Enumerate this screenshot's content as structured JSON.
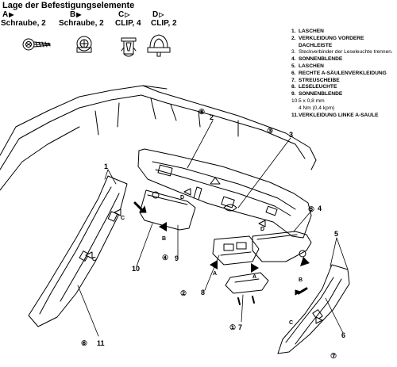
{
  "header": {
    "title": "Lage der Befestigungselemente"
  },
  "fasteners": [
    {
      "letter": "A",
      "symbol": "▶",
      "desc": "Schraube, 2"
    },
    {
      "letter": "B",
      "symbol": "▶",
      "desc": "Schraube, 2"
    },
    {
      "letter": "C",
      "symbol": "▷",
      "desc": "CLIP, 4"
    },
    {
      "letter": "D",
      "symbol": "▷",
      "desc": "CLIP, 2"
    }
  ],
  "legend": [
    {
      "num": "1.",
      "text": "LASCHEN",
      "bold": true
    },
    {
      "num": "2.",
      "text": "VERKLEIDUNG VORDERE DACHLEISTE",
      "bold": true
    },
    {
      "num": "3.",
      "text": "Steckverbinder der Leseleuchte trennen.",
      "bold": false
    },
    {
      "num": "4.",
      "text": "SONNENBLENDE",
      "bold": true
    },
    {
      "num": "5.",
      "text": "LASCHEN",
      "bold": true
    },
    {
      "num": "6.",
      "text": "RECHTE A-SÄULENVERKLEIDUNG",
      "bold": true
    },
    {
      "num": "7.",
      "text": "STREUSCHEIBE",
      "bold": true
    },
    {
      "num": "8.",
      "text": "LESELEUCHTE",
      "bold": true
    },
    {
      "num": "9.",
      "text": "SONNENBLENDE",
      "bold": true
    },
    {
      "num": "10.",
      "text": "5 x 0,8 mm",
      "bold": false
    },
    {
      "num": "",
      "text": "4 Nm (0,4 kpm)",
      "bold": false
    },
    {
      "num": "11.",
      "text": "VERKLEIDUNG LINKE A-SAULE",
      "bold": true
    }
  ],
  "callouts": {
    "n1": "1",
    "n2": "2",
    "n3": "3",
    "n4": "4",
    "n5": "5",
    "n6": "6",
    "n7": "7",
    "n8": "8",
    "n9": "9",
    "n10": "10",
    "n11": "11",
    "c2": "②",
    "c3": "③",
    "c4": "④",
    "c5": "⑤",
    "c6": "⑥",
    "c7": "⑦",
    "c8": "⑧",
    "c1": "①",
    "A": "A",
    "B": "B",
    "C": "C",
    "D": "D"
  }
}
